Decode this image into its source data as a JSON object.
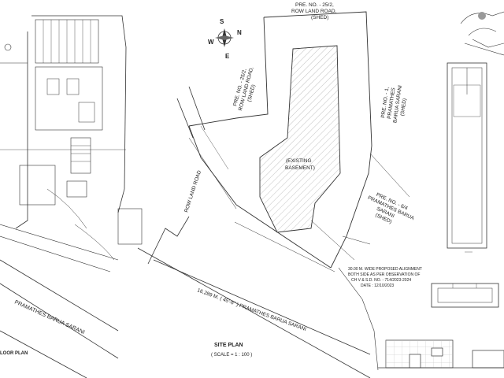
{
  "drawing": {
    "compass": {
      "north": "N",
      "south": "S",
      "east": "E",
      "west": "W"
    },
    "labels": {
      "pre_252": [
        "PRE. NO. - 25/2,",
        "ROW LAND ROAD,",
        "(SHED)"
      ],
      "pre_252_top": [
        "PRE. NO. - 25/2,",
        "ROW LAND ROAD,",
        "(SHED)"
      ],
      "pre_1": [
        "PRE. NO. - 1,",
        "PRAMATHES",
        "BARUA SARANI",
        "(SHED)"
      ],
      "existing_basement": [
        "(EXISTING",
        "BASEMENT)"
      ],
      "pre_64": [
        "PRE. NO. - 6/4",
        "PRAMATHES BARUA",
        "SARANI",
        "(SHED)"
      ],
      "rowland_road": "ROW LAND ROAD",
      "road_main": "16.289 M. ( 45'-6\" ) PRAMATHES BARUA SARANI",
      "road_left": "PRAMATHES BARUA SARANI",
      "alignment_note": [
        "30.00 M. WIDE PROPOSED ALIGNMENT",
        "BOTH SIDE AS PER OBSERVATION OF",
        "CH V & S.D. NO. - 714/2023-2024",
        "DATE : 12/10/2023"
      ],
      "site_plan_title": "SITE PLAN",
      "site_plan_scale": "( SCALE = 1 : 100 )",
      "floor_plan_title": "LOOR PLAN"
    }
  }
}
